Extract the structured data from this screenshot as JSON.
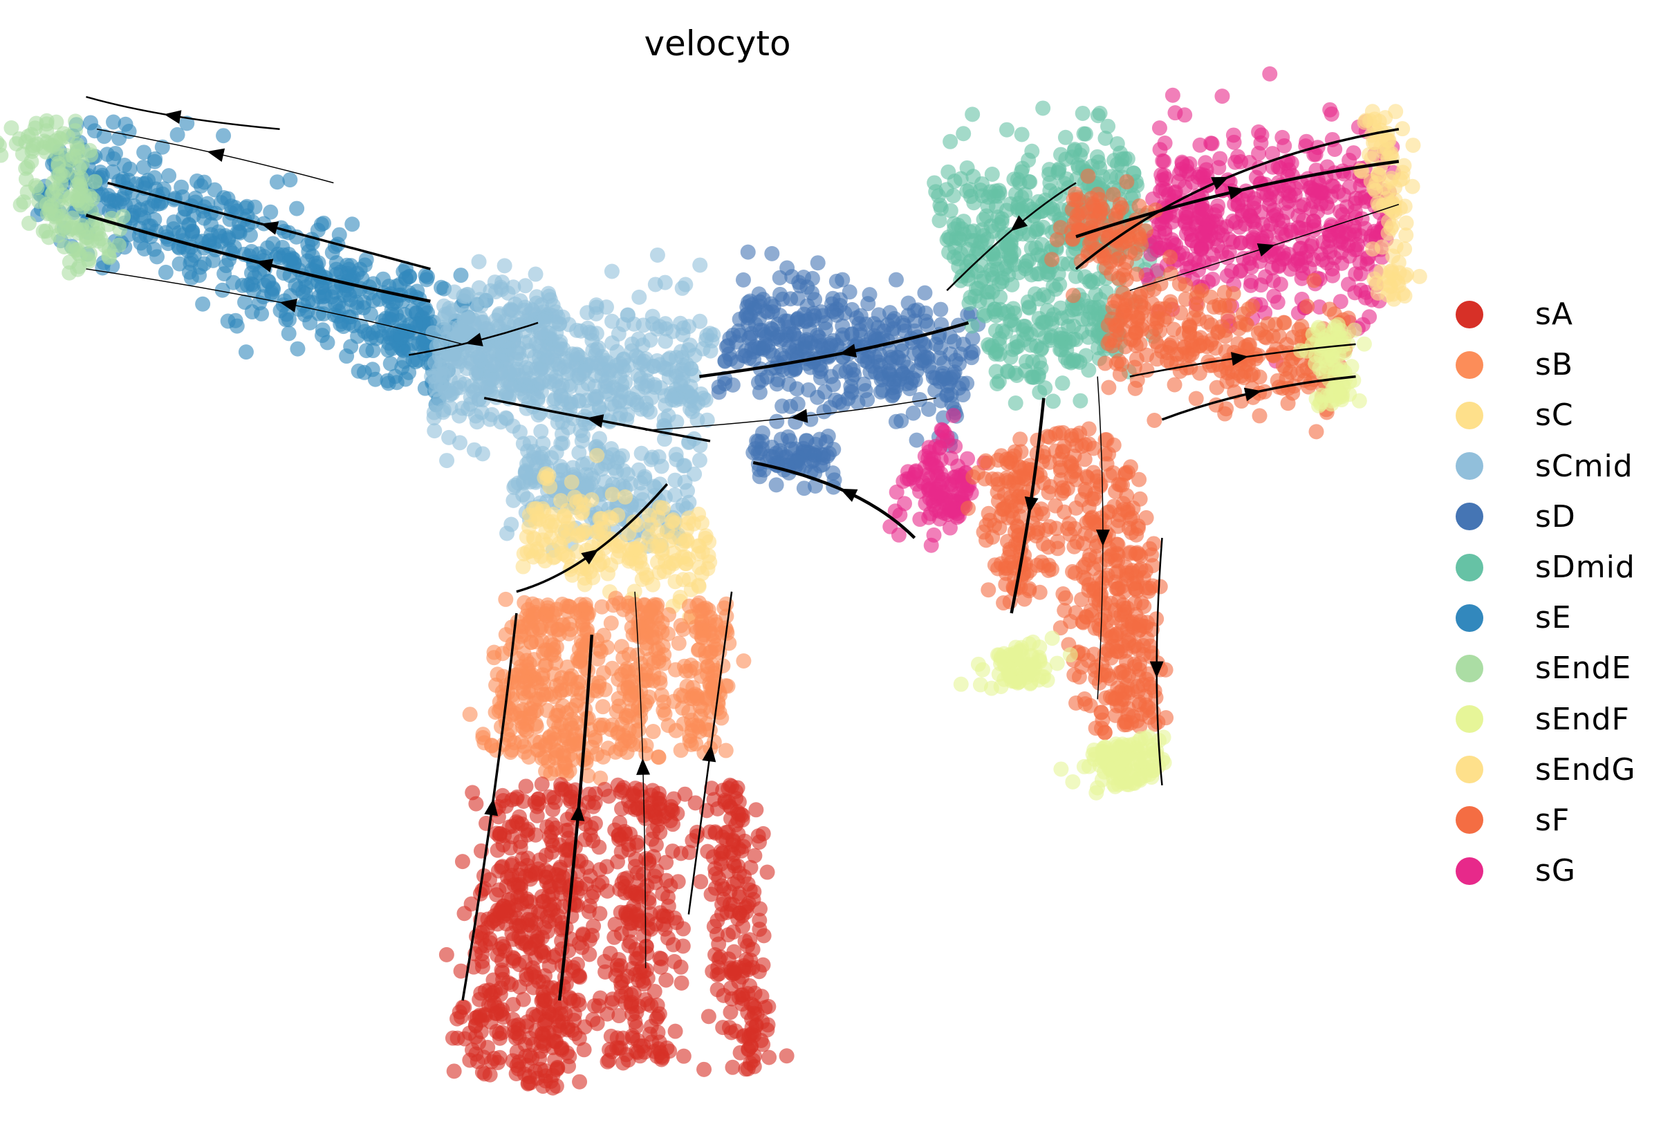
{
  "chart_data": {
    "type": "scatter",
    "title": "velocyto",
    "xlabel": "",
    "ylabel": "",
    "xlim": [
      0,
      156
    ],
    "ylim": [
      0,
      105
    ],
    "grid": false,
    "axes_visible": false,
    "legend_placement": "right",
    "legend": [
      {
        "name": "sA",
        "color": "#d73027"
      },
      {
        "name": "sB",
        "color": "#fc8d59"
      },
      {
        "name": "sC",
        "color": "#fee08b"
      },
      {
        "name": "sCmid",
        "color": "#91bfdb"
      },
      {
        "name": "sD",
        "color": "#4575b4"
      },
      {
        "name": "sDmid",
        "color": "#66c2a5"
      },
      {
        "name": "sE",
        "color": "#3288bd"
      },
      {
        "name": "sEndE",
        "color": "#abdda4"
      },
      {
        "name": "sEndF",
        "color": "#e6f598"
      },
      {
        "name": "sEndG",
        "color": "#fee08b"
      },
      {
        "name": "sF",
        "color": "#f46d43"
      },
      {
        "name": "sG",
        "color": "#e7298a"
      }
    ],
    "clusters": [
      {
        "name": "sE",
        "segments": [
          {
            "from": [
              5,
              90
            ],
            "to": [
              43,
              72
            ],
            "spread": 7,
            "n": 600
          }
        ]
      },
      {
        "name": "sEndE",
        "segments": [
          {
            "from": [
              4,
              94
            ],
            "to": [
              8,
              80
            ],
            "spread": 5,
            "n": 150
          }
        ]
      },
      {
        "name": "sCmid",
        "segments": [
          {
            "from": [
              40,
              71
            ],
            "to": [
              66,
              69
            ],
            "spread": 9,
            "n": 500
          },
          {
            "from": [
              48,
              61
            ],
            "to": [
              64,
              58
            ],
            "spread": 6,
            "n": 200
          },
          {
            "from": [
              42,
              72
            ],
            "to": [
              52,
              75
            ],
            "spread": 6,
            "n": 150
          }
        ]
      },
      {
        "name": "sD",
        "segments": [
          {
            "from": [
              68,
              75
            ],
            "to": [
              90,
              70
            ],
            "spread": 8,
            "n": 400
          },
          {
            "from": [
              70,
              63
            ],
            "to": [
              78,
              62
            ],
            "spread": 3,
            "n": 80
          }
        ]
      },
      {
        "name": "sDmid",
        "segments": [
          {
            "from": [
              88,
              82
            ],
            "to": [
              106,
              87
            ],
            "spread": 10,
            "n": 400
          },
          {
            "from": [
              92,
              72
            ],
            "to": [
              104,
              75
            ],
            "spread": 6,
            "n": 150
          }
        ]
      },
      {
        "name": "sG",
        "segments": [
          {
            "from": [
              107,
              85
            ],
            "to": [
              129,
              83
            ],
            "spread": 11,
            "n": 500
          },
          {
            "from": [
              85,
              62
            ],
            "to": [
              90,
              58
            ],
            "spread": 6,
            "n": 120
          }
        ]
      },
      {
        "name": "sF",
        "segments": [
          {
            "from": [
              99,
              85
            ],
            "to": [
              106,
              82
            ],
            "spread": 5,
            "n": 100
          },
          {
            "from": [
              103,
              75
            ],
            "to": [
              125,
              71
            ],
            "spread": 7,
            "n": 300
          },
          {
            "from": [
              94,
              63
            ],
            "to": [
              95,
              49
            ],
            "spread": 4,
            "n": 150
          },
          {
            "from": [
              100,
              65
            ],
            "to": [
              104,
              37
            ],
            "spread": 5,
            "n": 250
          },
          {
            "from": [
              104,
              62
            ],
            "to": [
              106,
              40
            ],
            "spread": 3,
            "n": 120
          }
        ]
      },
      {
        "name": "sEndF",
        "segments": [
          {
            "from": [
              94,
              45
            ],
            "to": [
              95,
              41
            ],
            "spread": 4,
            "n": 80
          },
          {
            "from": [
              104,
              36
            ],
            "to": [
              105,
              32
            ],
            "spread": 5,
            "n": 120
          },
          {
            "from": [
              124,
              75
            ],
            "to": [
              124,
              67
            ],
            "spread": 3,
            "n": 80
          }
        ]
      },
      {
        "name": "sEndG",
        "segments": [
          {
            "from": [
              128,
              95
            ],
            "to": [
              130,
              77
            ],
            "spread": 2.5,
            "n": 100
          }
        ]
      },
      {
        "name": "sC",
        "segments": [
          {
            "from": [
              49,
              56
            ],
            "to": [
              66,
              53
            ],
            "spread": 6,
            "n": 200
          }
        ]
      },
      {
        "name": "sB",
        "segments": [
          {
            "from": [
              47,
              35
            ],
            "to": [
              50,
              49
            ],
            "spread": 4,
            "n": 150
          },
          {
            "from": [
              52,
              33
            ],
            "to": [
              54,
              49
            ],
            "spread": 4,
            "n": 150
          },
          {
            "from": [
              58,
              35
            ],
            "to": [
              60,
              49
            ],
            "spread": 4,
            "n": 150
          },
          {
            "from": [
              65,
              35
            ],
            "to": [
              66,
              49
            ],
            "spread": 3,
            "n": 120
          }
        ]
      },
      {
        "name": "sA",
        "segments": [
          {
            "from": [
              45,
              5
            ],
            "to": [
              48,
              31
            ],
            "spread": 4,
            "n": 200
          },
          {
            "from": [
              50,
              4
            ],
            "to": [
              53,
              32
            ],
            "spread": 5.5,
            "n": 300
          },
          {
            "from": [
              59,
              6
            ],
            "to": [
              60,
              32
            ],
            "spread": 5,
            "n": 250
          },
          {
            "from": [
              70,
              5
            ],
            "to": [
              67,
              32
            ],
            "spread": 4,
            "n": 200
          }
        ]
      }
    ],
    "streamlines": [
      [
        [
          31,
          88
        ],
        [
          20,
          91
        ],
        [
          9,
          93
        ]
      ],
      [
        [
          26,
          93
        ],
        [
          15,
          94
        ],
        [
          8,
          96
        ]
      ],
      [
        [
          40,
          80
        ],
        [
          25,
          84
        ],
        [
          10,
          88
        ]
      ],
      [
        [
          40,
          77
        ],
        [
          25,
          80
        ],
        [
          8,
          85
        ]
      ],
      [
        [
          43,
          73
        ],
        [
          28,
          77
        ],
        [
          8,
          80
        ]
      ],
      [
        [
          50,
          75
        ],
        [
          44,
          73
        ],
        [
          38,
          72
        ]
      ],
      [
        [
          66,
          64
        ],
        [
          55,
          66
        ],
        [
          45,
          68
        ]
      ],
      [
        [
          90,
          75
        ],
        [
          80,
          72
        ],
        [
          65,
          70
        ]
      ],
      [
        [
          87,
          68
        ],
        [
          75,
          66
        ],
        [
          60,
          65
        ]
      ],
      [
        [
          100,
          88
        ],
        [
          95,
          85
        ],
        [
          88,
          78
        ]
      ],
      [
        [
          100,
          80
        ],
        [
          112,
          90
        ],
        [
          130,
          93
        ]
      ],
      [
        [
          100,
          83
        ],
        [
          115,
          88
        ],
        [
          130,
          90
        ]
      ],
      [
        [
          105,
          78
        ],
        [
          118,
          82
        ],
        [
          130,
          86
        ]
      ],
      [
        [
          105,
          70
        ],
        [
          115,
          72
        ],
        [
          126,
          73
        ]
      ],
      [
        [
          108,
          66
        ],
        [
          116,
          69
        ],
        [
          126,
          70
        ]
      ],
      [
        [
          97,
          68
        ],
        [
          96,
          58
        ],
        [
          94,
          48
        ]
      ],
      [
        [
          102,
          70
        ],
        [
          103,
          55
        ],
        [
          102,
          40
        ]
      ],
      [
        [
          108,
          55
        ],
        [
          107,
          42
        ],
        [
          108,
          32
        ]
      ],
      [
        [
          43,
          12
        ],
        [
          46,
          30
        ],
        [
          48,
          48
        ]
      ],
      [
        [
          52,
          12
        ],
        [
          54,
          30
        ],
        [
          55,
          46
        ]
      ],
      [
        [
          60,
          15
        ],
        [
          60,
          35
        ],
        [
          59,
          50
        ]
      ],
      [
        [
          64,
          20
        ],
        [
          66,
          35
        ],
        [
          68,
          50
        ]
      ],
      [
        [
          48,
          50
        ],
        [
          55,
          52
        ],
        [
          62,
          60
        ]
      ],
      [
        [
          85,
          55
        ],
        [
          80,
          60
        ],
        [
          70,
          62
        ]
      ]
    ]
  }
}
